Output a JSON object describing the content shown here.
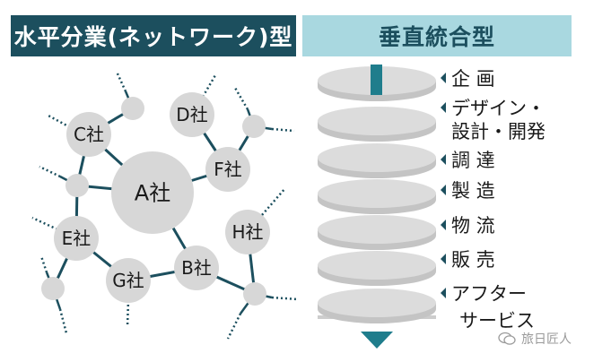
{
  "horizontal": {
    "title": "水平分業(ネットワーク)型",
    "nodes": [
      {
        "id": "A",
        "label": "A社"
      },
      {
        "id": "B",
        "label": "B社"
      },
      {
        "id": "C",
        "label": "C社"
      },
      {
        "id": "D",
        "label": "D社"
      },
      {
        "id": "E",
        "label": "E社"
      },
      {
        "id": "F",
        "label": "F社"
      },
      {
        "id": "G",
        "label": "G社"
      },
      {
        "id": "H",
        "label": "H社"
      }
    ]
  },
  "vertical": {
    "title": "垂直統合型",
    "steps": [
      {
        "lines": [
          "企 画"
        ]
      },
      {
        "lines": [
          "デザイン・",
          "設計・開発"
        ]
      },
      {
        "lines": [
          "調 達"
        ]
      },
      {
        "lines": [
          "製 造"
        ]
      },
      {
        "lines": [
          "物 流"
        ]
      },
      {
        "lines": [
          "販 売"
        ]
      },
      {
        "lines": [
          "アフター",
          "サービス"
        ]
      }
    ]
  },
  "colors": {
    "dark_teal": "#1c4f5e",
    "light_teal": "#a9d8e0",
    "node_fill": "#d7d7d7",
    "connector": "#1c4f5e",
    "arrow": "#1f7d8c"
  },
  "watermark": {
    "text": "旅日匠人",
    "icon": "chat-bubbles-icon"
  }
}
